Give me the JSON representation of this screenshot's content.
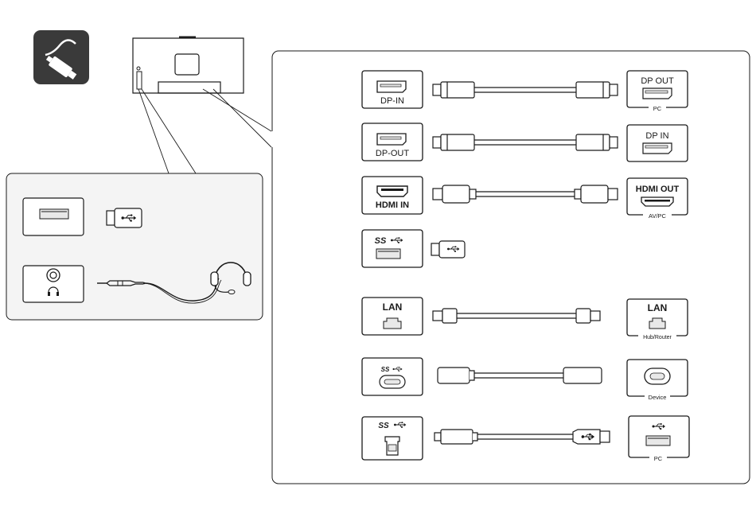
{
  "ports": {
    "dp_in": "DP-IN",
    "dp_out": "DP-OUT",
    "hdmi_in": "HDMI IN",
    "lan": "LAN",
    "usb_superspeed": "SS"
  },
  "devices": {
    "dp_out": "DP OUT",
    "dp_out_sub": "PC",
    "dp_in": "DP IN",
    "hdmi_out": "HDMI OUT",
    "hdmi_out_sub": "AV/PC",
    "lan": "LAN",
    "lan_sub": "Hub/Router",
    "usbc_sub": "Device",
    "usb_pc_sub": "PC"
  },
  "icons": [
    "cable-connection-icon",
    "usb-icon",
    "headphone-icon",
    "headset-icon",
    "ethernet-icon"
  ],
  "colors": {
    "stroke": "#1a1a1a",
    "badge": "#3a3a3a",
    "panel_fill": "#f4f4f4",
    "port_fill": "#e8e8e8"
  }
}
